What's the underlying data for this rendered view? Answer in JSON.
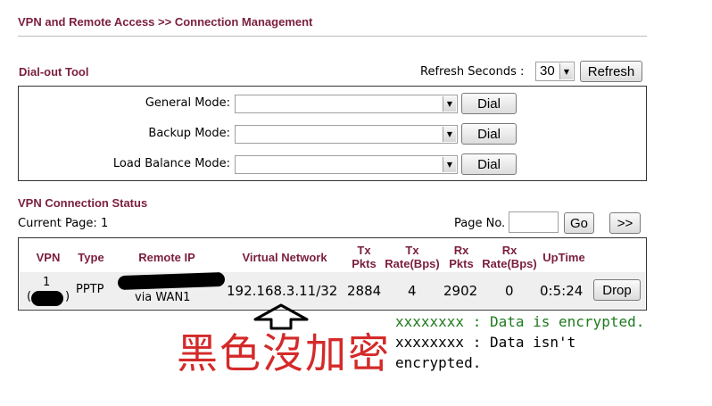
{
  "breadcrumb": "VPN and Remote Access >> Connection Management",
  "dialout": {
    "title": "Dial-out Tool",
    "refresh_label": "Refresh Seconds :",
    "refresh_value": "30",
    "refresh_button": "Refresh",
    "modes": [
      {
        "label": "General Mode:",
        "value": "",
        "button": "Dial"
      },
      {
        "label": "Backup Mode:",
        "value": "",
        "button": "Dial"
      },
      {
        "label": "Load Balance Mode:",
        "value": "",
        "button": "Dial"
      }
    ]
  },
  "status": {
    "title": "VPN Connection Status",
    "current_page": "Current Page: 1",
    "page_no_label": "Page No.",
    "go_button": "Go",
    "next_button": ">>",
    "columns": {
      "vpn": "VPN",
      "type": "Type",
      "remote_ip": "Remote IP",
      "virtual_network": "Virtual Network",
      "tx_pkts": [
        "Tx",
        "Pkts"
      ],
      "tx_rate": [
        "Tx",
        "Rate(Bps)"
      ],
      "rx_pkts": [
        "Rx",
        "Pkts"
      ],
      "rx_rate": [
        "Rx",
        "Rate(Bps)"
      ],
      "uptime": "UpTime"
    },
    "row": {
      "vpn": "1",
      "vpn_sub_open": "(",
      "vpn_sub_close": ")",
      "type": "PPTP",
      "remote_sub": "via WAN1",
      "virtual_network": "192.168.3.11/32",
      "tx_pkts": "2884",
      "tx_rate": "4",
      "rx_pkts": "2902",
      "rx_rate": "0",
      "uptime": "0:5:24",
      "drop_button": "Drop"
    }
  },
  "legend": {
    "encrypted": "xxxxxxxx : Data is encrypted.",
    "not_encrypted_1": "xxxxxxxx : Data isn't",
    "not_encrypted_2": "encrypted."
  },
  "annotation": {
    "text": "黑色沒加密",
    "color": "#d42a2a"
  },
  "colors": {
    "title": "#7b1e3f",
    "encrypted": "#1f7a1f"
  }
}
